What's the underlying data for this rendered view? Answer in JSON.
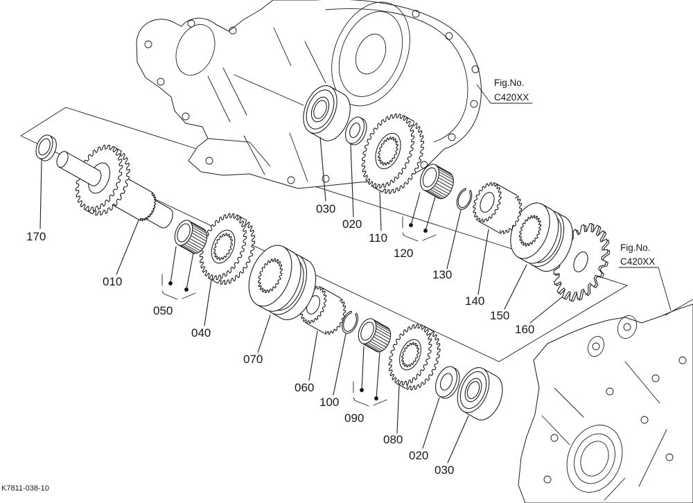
{
  "figure_refs": [
    {
      "label": "Fig.No.",
      "code": "C420XX"
    },
    {
      "label": "Fig.No.",
      "code": "C420XX"
    }
  ],
  "part_labels": [
    "030",
    "020",
    "110",
    "120",
    "130",
    "140",
    "150",
    "160",
    "170",
    "010",
    "050",
    "040",
    "070",
    "060",
    "100",
    "090",
    "080",
    "020",
    "030"
  ],
  "drawing_code": "K7811-038-10"
}
